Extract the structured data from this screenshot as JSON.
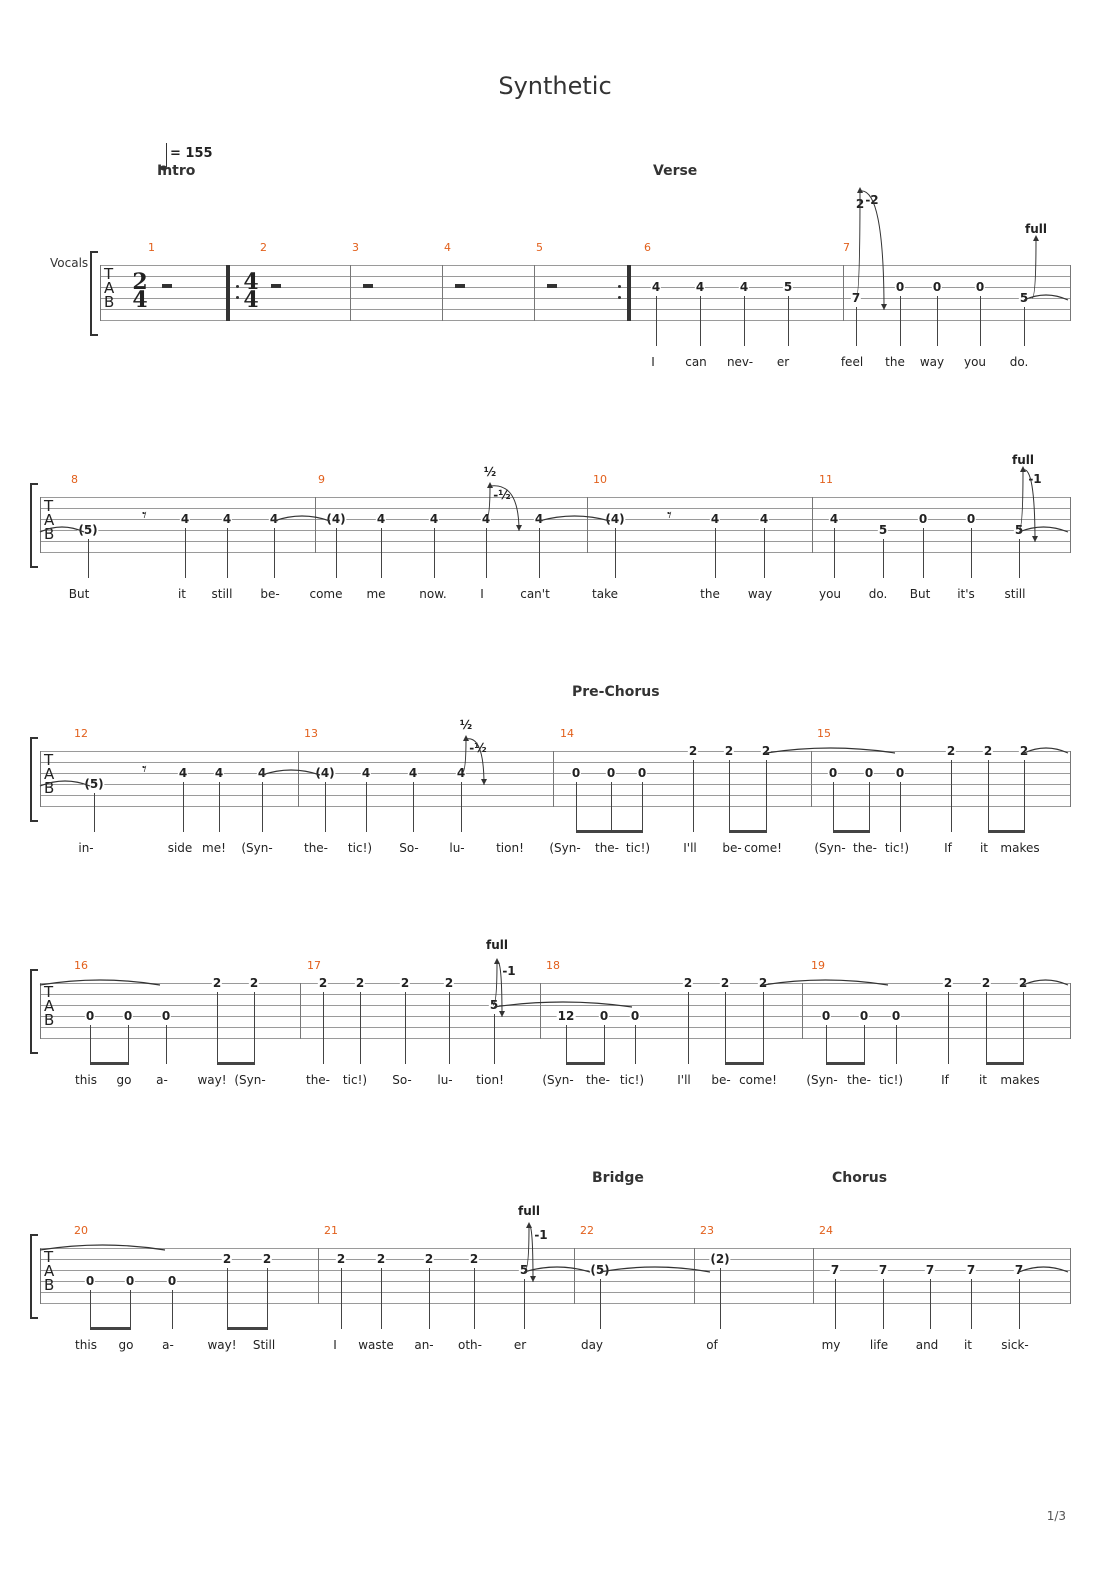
{
  "title": "Synthetic",
  "page_number": "1/3",
  "tempo": "= 155",
  "instrument": "Vocals",
  "sections": {
    "intro": "Intro",
    "verse": "Verse",
    "pre_chorus": "Pre-Chorus",
    "bridge": "Bridge",
    "chorus": "Chorus"
  },
  "tab_letters": [
    "T",
    "A",
    "B"
  ],
  "time_signatures": [
    "2/4",
    "4/4"
  ],
  "bend_labels": [
    "2",
    "-2",
    "full",
    "½",
    "-½",
    "-1"
  ],
  "systems": [
    {
      "measures": [
        "1",
        "2",
        "3",
        "4",
        "5",
        "6",
        "7"
      ],
      "frets": [
        "4",
        "4",
        "4",
        "5",
        "7",
        "0",
        "0",
        "0",
        "5"
      ],
      "lyrics": [
        "I",
        "can",
        "nev-",
        "er",
        "feel",
        "the",
        "way",
        "you",
        "do."
      ]
    },
    {
      "measures": [
        "8",
        "9",
        "10",
        "11"
      ],
      "frets": [
        "(5)",
        "4",
        "4",
        "4",
        "(4)",
        "4",
        "4",
        "4",
        "4",
        "(4)",
        "4",
        "4",
        "4",
        "5",
        "0",
        "0",
        "5"
      ],
      "lyrics": [
        "But",
        "it",
        "still",
        "be-",
        "come",
        "me",
        "now.",
        "I",
        "can't",
        "take",
        "the",
        "way",
        "you",
        "do.",
        "But",
        "it's",
        "still"
      ]
    },
    {
      "measures": [
        "12",
        "13",
        "14",
        "15"
      ],
      "frets": [
        "(5)",
        "4",
        "4",
        "4",
        "(4)",
        "4",
        "4",
        "4",
        "0",
        "0",
        "0",
        "2",
        "2",
        "2",
        "0",
        "0",
        "0",
        "2",
        "2",
        "2"
      ],
      "lyrics": [
        "in-",
        "side",
        "me!",
        "(Syn-",
        "the-",
        "tic!)",
        "So-",
        "lu-",
        "tion!",
        "(Syn-",
        "the-",
        "tic!)",
        "I'll",
        "be-",
        "come!",
        "(Syn-",
        "the-",
        "tic!)",
        "If",
        "it",
        "makes"
      ]
    },
    {
      "measures": [
        "16",
        "17",
        "18",
        "19"
      ],
      "frets": [
        "0",
        "0",
        "0",
        "2",
        "2",
        "2",
        "2",
        "2",
        "2",
        "5",
        "12",
        "0",
        "0",
        "2",
        "2",
        "2",
        "0",
        "0",
        "0",
        "2",
        "2",
        "2"
      ],
      "lyrics": [
        "this",
        "go",
        "a-",
        "way!",
        "(Syn-",
        "the-",
        "tic!)",
        "So-",
        "lu-",
        "tion!",
        "(Syn-",
        "the-",
        "tic!)",
        "I'll",
        "be-",
        "come!",
        "(Syn-",
        "the-",
        "tic!)",
        "If",
        "it",
        "makes"
      ]
    },
    {
      "measures": [
        "20",
        "21",
        "22",
        "23",
        "24"
      ],
      "frets": [
        "0",
        "0",
        "0",
        "2",
        "2",
        "2",
        "2",
        "2",
        "2",
        "5",
        "(5)",
        "(2)",
        "7",
        "7",
        "7",
        "7",
        "7"
      ],
      "lyrics": [
        "this",
        "go",
        "a-",
        "way!",
        "Still",
        "I",
        "waste",
        "an-",
        "oth-",
        "er",
        "day",
        "of",
        "my",
        "life",
        "and",
        "it",
        "sick-"
      ]
    }
  ]
}
